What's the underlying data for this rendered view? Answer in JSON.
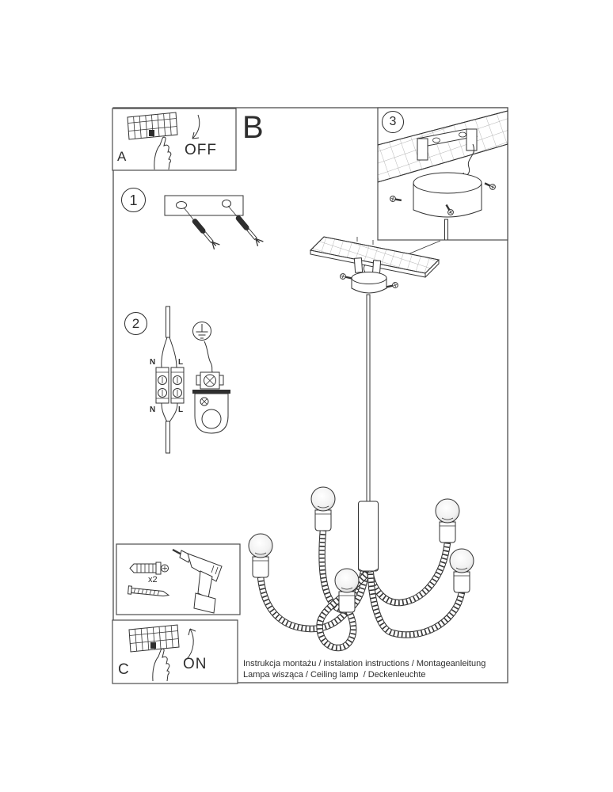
{
  "doc": {
    "panel_a": {
      "label": "A",
      "action": "OFF"
    },
    "panel_b": {
      "label": "B"
    },
    "panel_c": {
      "label": "C",
      "action": "ON"
    },
    "step_1": "1",
    "step_2": "2",
    "step_3": "3",
    "tools": {
      "quantity": "x2"
    },
    "wiring": {
      "n_top": "N",
      "l_top": "L",
      "n_bottom": "N",
      "l_bottom": "L"
    },
    "footer": {
      "line1": "Instrukcja montażu / instalation instructions / Montageanleitung",
      "line2": "Lampa wisząca / Ceiling lamp  / Deckenleuchte"
    },
    "colors": {
      "ink": "#2e2e2e",
      "border": "#4d4d4d",
      "background": "#ffffff"
    }
  }
}
